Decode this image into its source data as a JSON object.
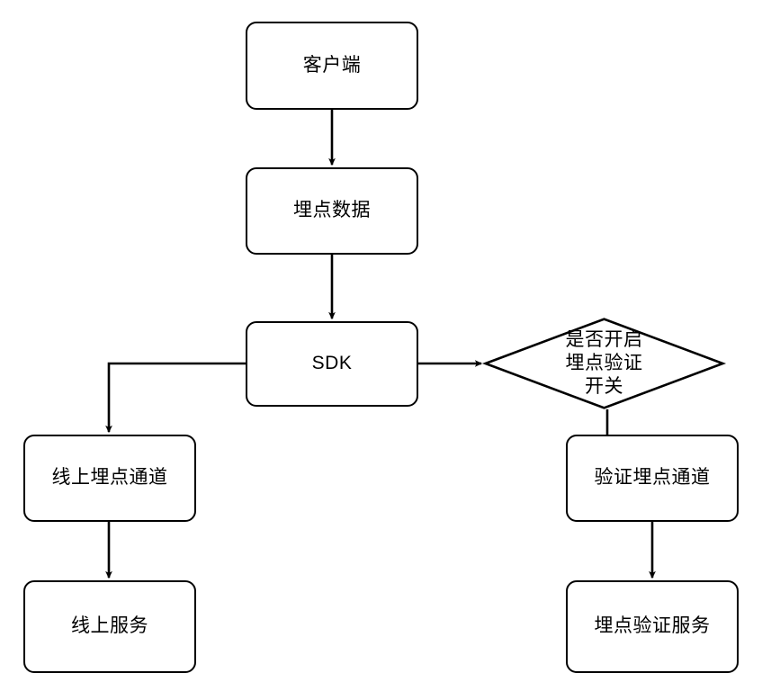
{
  "diagram": {
    "type": "flowchart",
    "orientation": "top-down",
    "background_color": "#ffffff",
    "stroke_color": "#000000",
    "text_color": "#000000",
    "nodes": {
      "client": {
        "label": "客户端",
        "shape": "rounded-rectangle"
      },
      "tracking_data": {
        "label": "埋点数据",
        "shape": "rounded-rectangle"
      },
      "sdk": {
        "label": "SDK",
        "shape": "rounded-rectangle"
      },
      "decision": {
        "label": "是否开启\n埋点验证\n开关",
        "shape": "diamond"
      },
      "online_channel": {
        "label": "线上埋点通道",
        "shape": "rounded-rectangle"
      },
      "online_service": {
        "label": "线上服务",
        "shape": "rounded-rectangle"
      },
      "verify_channel": {
        "label": "验证埋点通道",
        "shape": "rounded-rectangle"
      },
      "verify_service": {
        "label": "埋点验证服务",
        "shape": "rounded-rectangle"
      }
    },
    "edges": [
      {
        "from": "client",
        "to": "tracking_data",
        "arrow": true
      },
      {
        "from": "tracking_data",
        "to": "sdk",
        "arrow": true
      },
      {
        "from": "sdk",
        "to": "decision",
        "arrow": true
      },
      {
        "from": "sdk",
        "to": "online_channel",
        "arrow": true
      },
      {
        "from": "decision",
        "to": "verify_channel",
        "arrow": false
      },
      {
        "from": "online_channel",
        "to": "online_service",
        "arrow": true
      },
      {
        "from": "verify_channel",
        "to": "verify_service",
        "arrow": true
      }
    ]
  }
}
